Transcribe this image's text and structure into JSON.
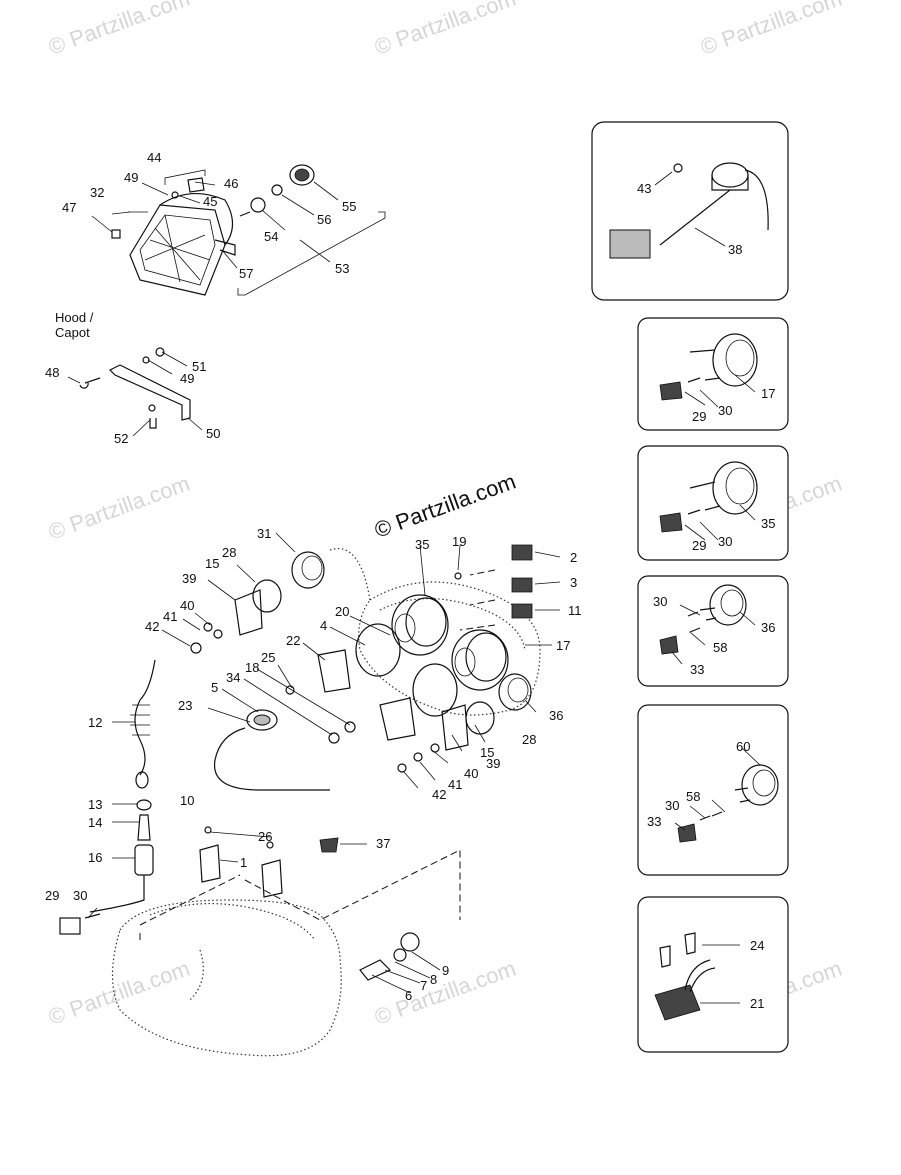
{
  "watermark": {
    "text": "© Partzilla.com",
    "main": "© Partzilla.com"
  },
  "hood_label": {
    "line1": "Hood /",
    "line2": "Capot"
  },
  "callouts": [
    "44",
    "49",
    "46",
    "32",
    "45",
    "47",
    "55",
    "56",
    "54",
    "57",
    "53",
    "51",
    "49",
    "48",
    "52",
    "50",
    "31",
    "28",
    "15",
    "39",
    "40",
    "41",
    "42",
    "35",
    "19",
    "2",
    "3",
    "11",
    "17",
    "20",
    "4",
    "22",
    "25",
    "18",
    "34",
    "5",
    "23",
    "36",
    "28",
    "15",
    "39",
    "40",
    "41",
    "42",
    "12",
    "13",
    "10",
    "14",
    "16",
    "29",
    "30",
    "26",
    "1",
    "37",
    "6",
    "7",
    "8",
    "9",
    "43",
    "38",
    "17",
    "29",
    "30",
    "35",
    "29",
    "30",
    "30",
    "36",
    "58",
    "33",
    "60",
    "30",
    "58",
    "33",
    "24",
    "21"
  ],
  "colors": {
    "line": "#111111",
    "watermark": "#d6d6d6",
    "panel_border": "#111111"
  }
}
